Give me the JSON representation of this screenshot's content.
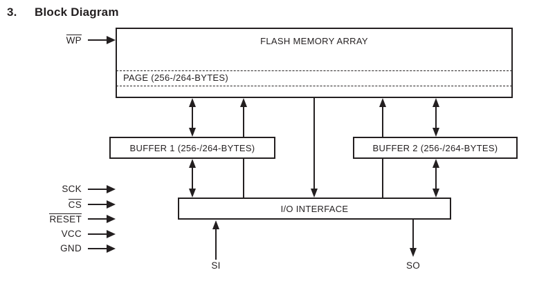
{
  "title": {
    "number": "3.",
    "text": "Block Diagram"
  },
  "colors": {
    "ink": "#231f20",
    "background": "#ffffff"
  },
  "blocks": {
    "flash_memory_array": {
      "label": "FLASH MEMORY ARRAY"
    },
    "page_band": {
      "label": "PAGE (256-/264-BYTES)"
    },
    "buffer1": {
      "label": "BUFFER 1 (256-/264-BYTES)"
    },
    "buffer2": {
      "label": "BUFFER 2 (256-/264-BYTES)"
    },
    "io_interface": {
      "label": "I/O INTERFACE"
    }
  },
  "signals": {
    "wp": {
      "label": "WP",
      "overline": true
    },
    "left_inputs": [
      {
        "label": "SCK",
        "overline": false
      },
      {
        "label": "CS",
        "overline": true
      },
      {
        "label": "RESET",
        "overline": true
      },
      {
        "label": "VCC",
        "overline": false
      },
      {
        "label": "GND",
        "overline": false
      }
    ],
    "serial_input": {
      "label": "SI"
    },
    "serial_output": {
      "label": "SO"
    }
  }
}
